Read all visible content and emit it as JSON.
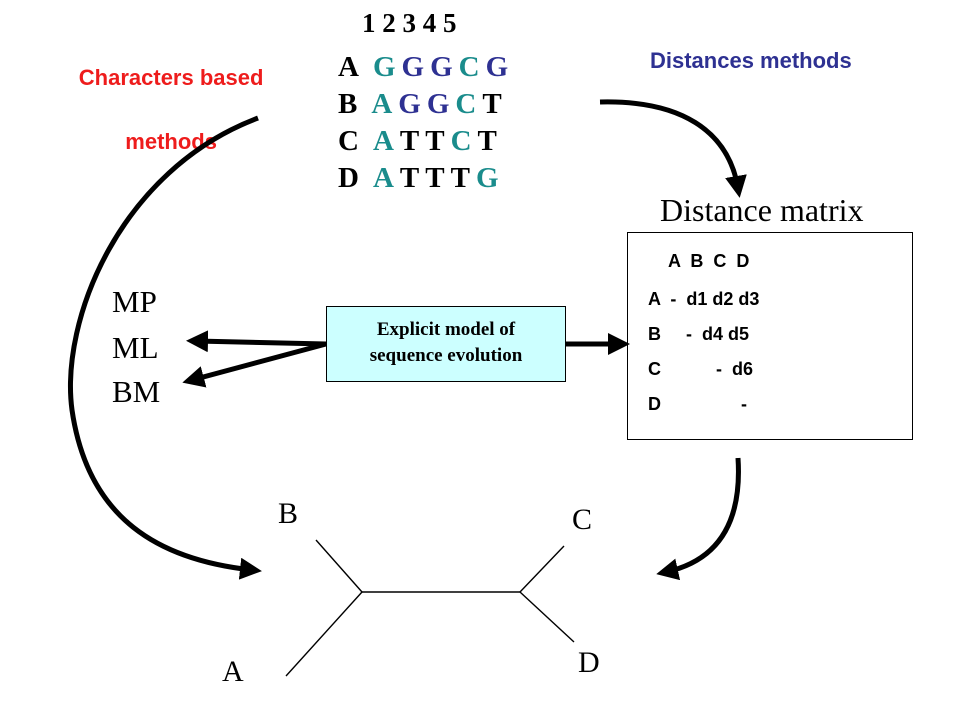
{
  "characters_title": [
    "Characters based",
    "methods"
  ],
  "distances_title": "Distances methods",
  "alignment": {
    "positions": "1 2 3 4 5",
    "rows": [
      {
        "name": "A",
        "bases": [
          "G",
          "G",
          "G",
          "C",
          "G"
        ],
        "colors": [
          "teal",
          "blue",
          "blue",
          "teal",
          "blue"
        ]
      },
      {
        "name": "B",
        "bases": [
          "A",
          "G",
          "G",
          "C",
          "T"
        ],
        "colors": [
          "teal",
          "blue",
          "blue",
          "teal",
          "black"
        ]
      },
      {
        "name": "C",
        "bases": [
          "A",
          "T",
          "T",
          "C",
          "T"
        ],
        "colors": [
          "teal",
          "black",
          "black",
          "teal",
          "black"
        ]
      },
      {
        "name": "D",
        "bases": [
          "A",
          "T",
          "T",
          "T",
          "G"
        ],
        "colors": [
          "teal",
          "black",
          "black",
          "black",
          "teal"
        ]
      }
    ]
  },
  "distance_matrix": {
    "title": "Distance matrix",
    "header": "A  B  C  D",
    "rows": [
      "A  -  d1 d2 d3",
      "B     -  d4 d5",
      "C           -  d6",
      "D                -"
    ]
  },
  "model_box": [
    "Explicit model of",
    "sequence evolution"
  ],
  "methods": [
    "MP",
    "ML",
    "BM"
  ],
  "tree_leaves": [
    "A",
    "B",
    "C",
    "D"
  ],
  "colors": {
    "red": "#ee1c1c",
    "blue": "#2e3192",
    "teal": "#1a8c8c",
    "cyan_box": "#ccffff"
  }
}
